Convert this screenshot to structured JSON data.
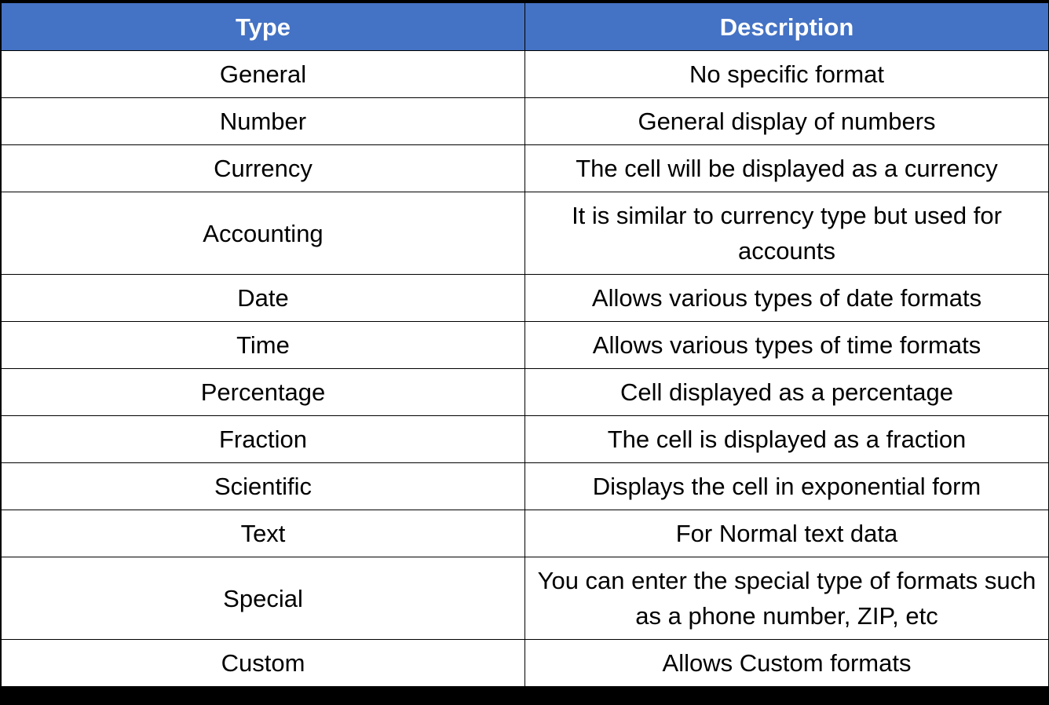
{
  "table": {
    "headers": [
      "Type",
      "Description"
    ],
    "rows": [
      {
        "type": "General",
        "description": "No specific format"
      },
      {
        "type": "Number",
        "description": "General display of numbers"
      },
      {
        "type": "Currency",
        "description": "The cell will be displayed as a currency"
      },
      {
        "type": "Accounting",
        "description": "It is similar to currency type but used for accounts"
      },
      {
        "type": "Date",
        "description": "Allows various types of date formats"
      },
      {
        "type": "Time",
        "description": "Allows various types of time formats"
      },
      {
        "type": "Percentage",
        "description": "Cell displayed as a percentage"
      },
      {
        "type": "Fraction",
        "description": "The cell is displayed as a fraction"
      },
      {
        "type": "Scientific",
        "description": "Displays the cell in exponential form"
      },
      {
        "type": "Text",
        "description": "For Normal text data"
      },
      {
        "type": "Special",
        "description": "You can enter the special type of formats such as a phone number, ZIP, etc"
      },
      {
        "type": "Custom",
        "description": "Allows Custom formats"
      }
    ]
  },
  "colors": {
    "header_background": "#4472c4",
    "header_text": "#ffffff",
    "cell_background": "#ffffff",
    "border": "#000000"
  }
}
